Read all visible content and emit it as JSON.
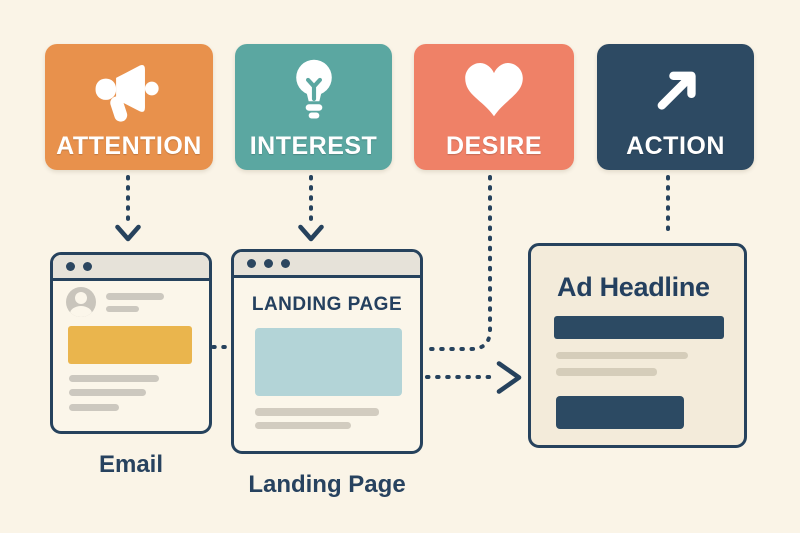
{
  "funnel_cards": [
    {
      "label": "ATTENTION",
      "icon": "megaphone-icon",
      "color": "#e8914c"
    },
    {
      "label": "INTEREST",
      "icon": "lightbulb-icon",
      "color": "#5ba7a1"
    },
    {
      "label": "DESIRE",
      "icon": "heart-icon",
      "color": "#ef8167"
    },
    {
      "label": "ACTION",
      "icon": "arrow-up-right-icon",
      "color": "#2d4a63"
    }
  ],
  "email_window": {
    "caption": "Email",
    "titlebar_dots": 2,
    "content": [
      "avatar-with-text-lines",
      "highlighted-yellow-block",
      "three-placeholder-lines"
    ]
  },
  "landing_window": {
    "heading": "LANDING PAGE",
    "caption": "Landing Page",
    "titlebar_dots": 3,
    "content": [
      "teal-hero-block",
      "two-placeholder-lines"
    ]
  },
  "ad_card": {
    "heading": "Ad Headline",
    "content": [
      "navy-banner-bar",
      "two-placeholder-lines",
      "navy-cta-button"
    ]
  },
  "flows": [
    {
      "from": "ATTENTION",
      "to": "Email",
      "style": "dotted-arrow-down"
    },
    {
      "from": "INTEREST",
      "to": "Landing Page",
      "style": "dotted-arrow-down"
    },
    {
      "from": "DESIRE",
      "to": "Landing Page",
      "style": "dotted-curve-left"
    },
    {
      "from": "ACTION",
      "to": "Ad Headline",
      "style": "dotted-line-down"
    },
    {
      "from": "Email",
      "to": "Landing Page",
      "style": "dotted-line-right"
    },
    {
      "from": "Landing Page",
      "to": "Ad Headline",
      "style": "dotted-arrow-right"
    }
  ],
  "colors": {
    "background": "#faf4e7",
    "outline": "#26425d",
    "titlebar": "#e6e2d9",
    "email_highlight_block": "#eab54d",
    "landing_hero_block": "#b3d4d7",
    "ad_bars": "#2c4a63",
    "placeholder_line": "#ccc8bf",
    "ad_card_background": "#f3ebda",
    "text_navy": "#24405f"
  }
}
